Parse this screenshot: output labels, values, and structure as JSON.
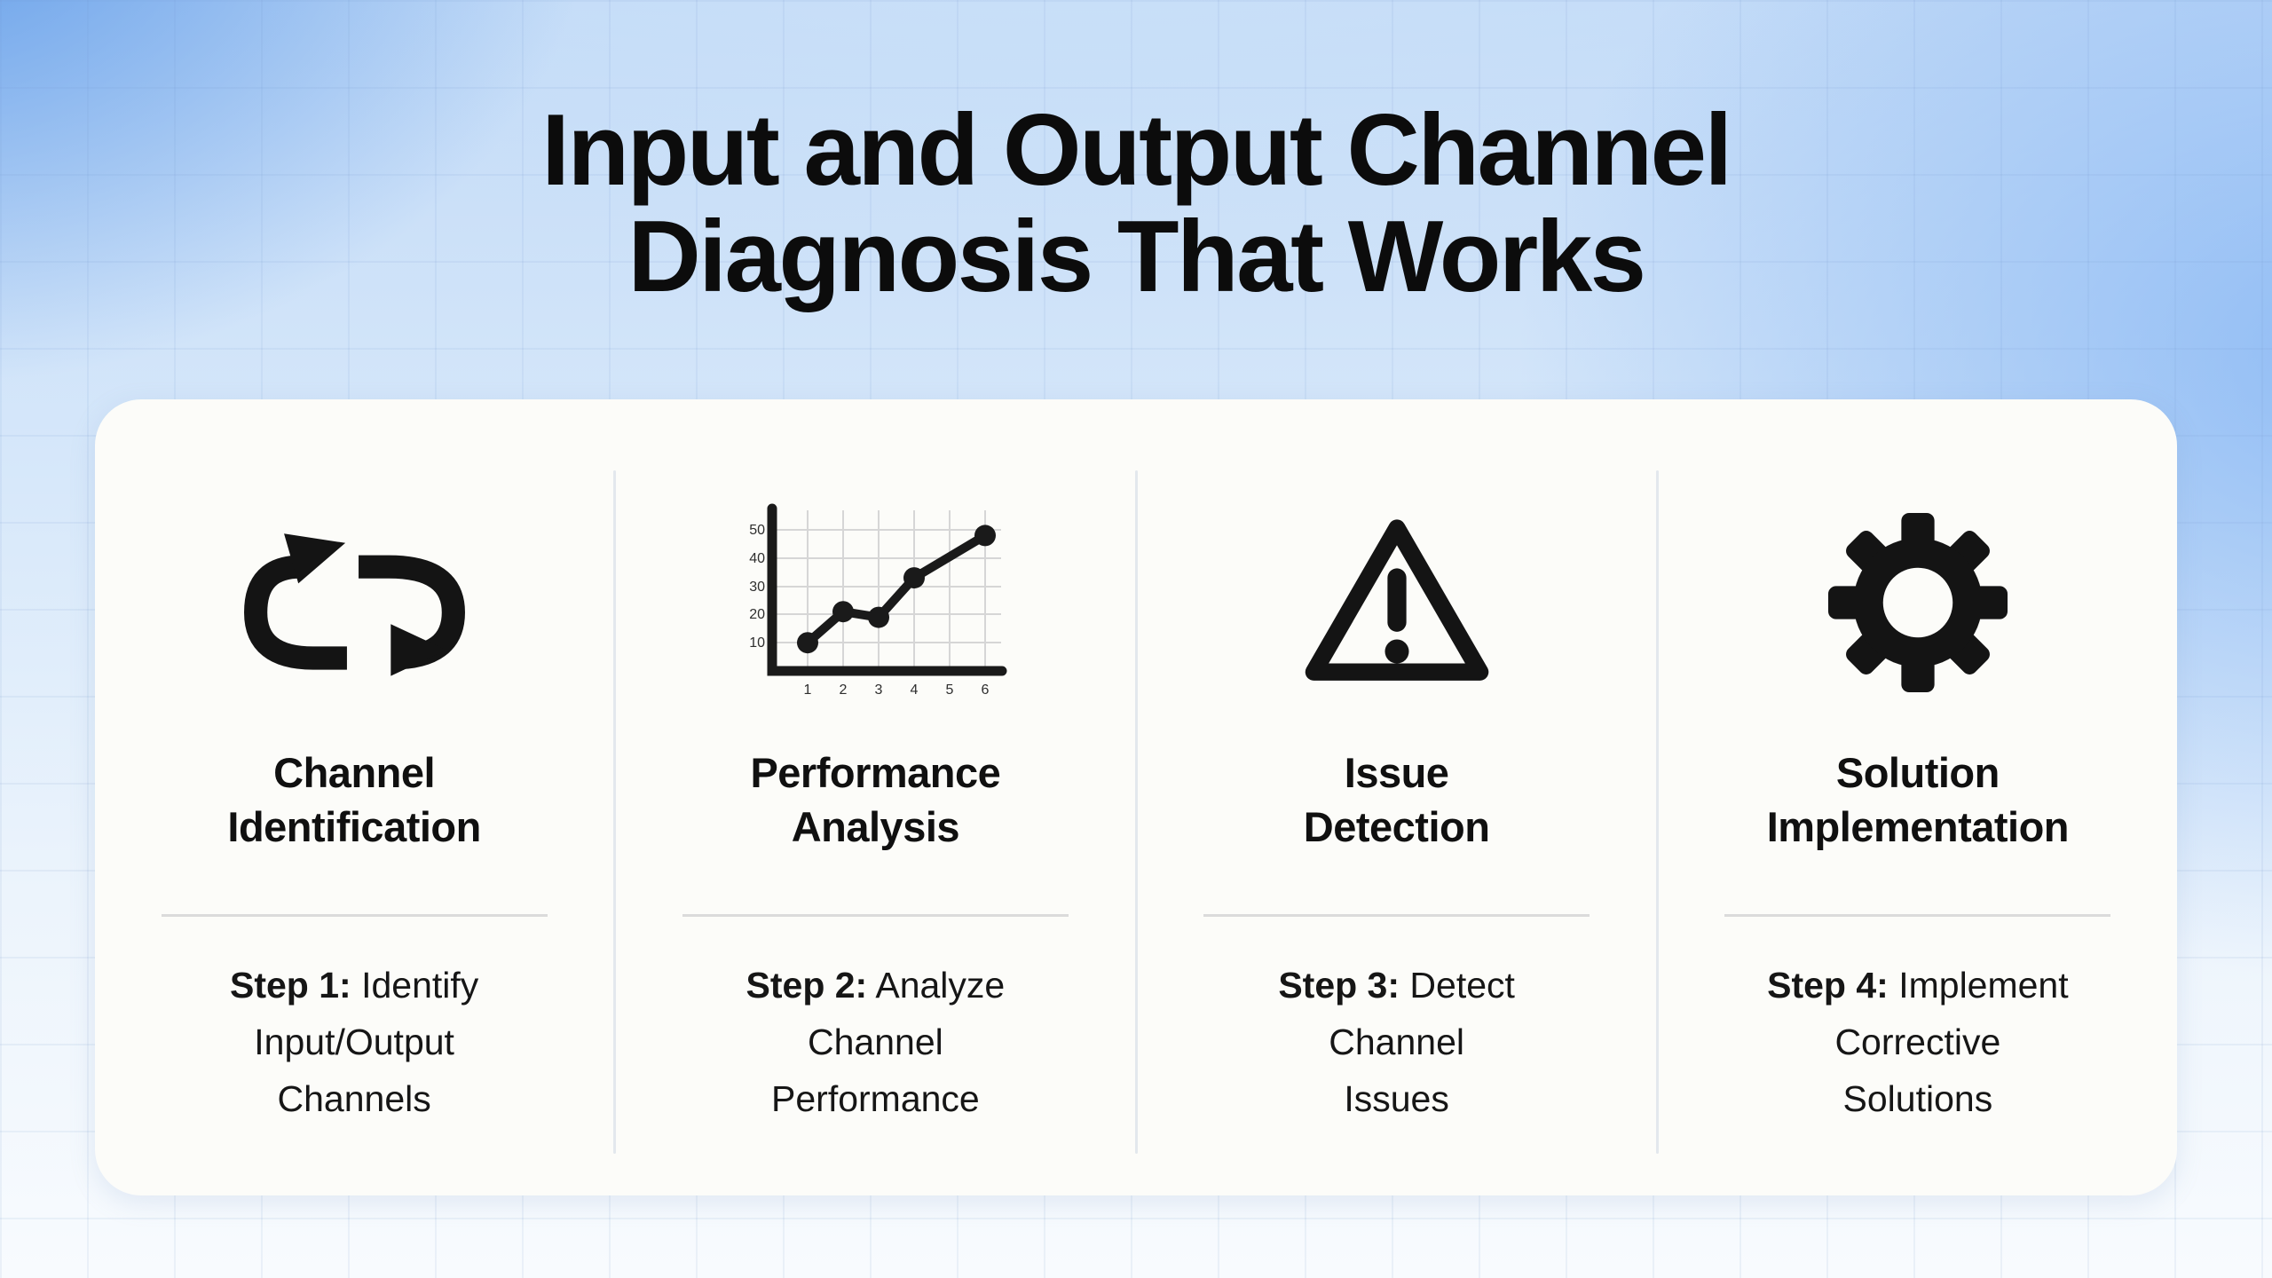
{
  "title": {
    "line1": "Input and Output Channel",
    "line2": "Diagnosis That Works",
    "full": "Input and Output Channel Diagnosis That Works"
  },
  "colors": {
    "background_blue": "#7fb0ee",
    "card_background": "#fcfcf9",
    "text_black": "#111111",
    "heading_divider_gray": "#dbdbdb",
    "column_divider_gray": "#e3e8ed"
  },
  "steps": [
    {
      "icon": "loop-arrows-icon",
      "heading1": "Channel",
      "heading2": "Identification",
      "label": "Step 1:",
      "line1": "Identify",
      "line2": "Input/Output",
      "line3": "Channels"
    },
    {
      "icon": "line-chart-icon",
      "heading1": "Performance",
      "heading2": "Analysis",
      "label": "Step 2:",
      "line1": "Analyze",
      "line2": "Channel",
      "line3": "Performance"
    },
    {
      "icon": "warning-triangle-icon",
      "heading1": "Issue",
      "heading2": "Detection",
      "label": "Step 3:",
      "line1": "Detect",
      "line2": "Channel",
      "line3": "Issues"
    },
    {
      "icon": "gear-icon",
      "heading1": "Solution",
      "heading2": "Implementation",
      "label": "Step 4:",
      "line1": "Implement",
      "line2": "Corrective",
      "line3": "Solutions"
    }
  ],
  "chart_data": {
    "type": "line",
    "title": "",
    "xlabel": "",
    "ylabel": "",
    "x_tick_labels": [
      "1",
      "2",
      "3",
      "4",
      "5",
      "6"
    ],
    "y_tick_labels": [
      "50",
      "40",
      "30",
      "20",
      "10"
    ],
    "points": [
      [
        1,
        10
      ],
      [
        2,
        21
      ],
      [
        3,
        19
      ],
      [
        4,
        33
      ],
      [
        6,
        48
      ]
    ],
    "xlim": [
      0,
      6.5
    ],
    "ylim": [
      0,
      58
    ],
    "grid": true,
    "legend": false
  }
}
